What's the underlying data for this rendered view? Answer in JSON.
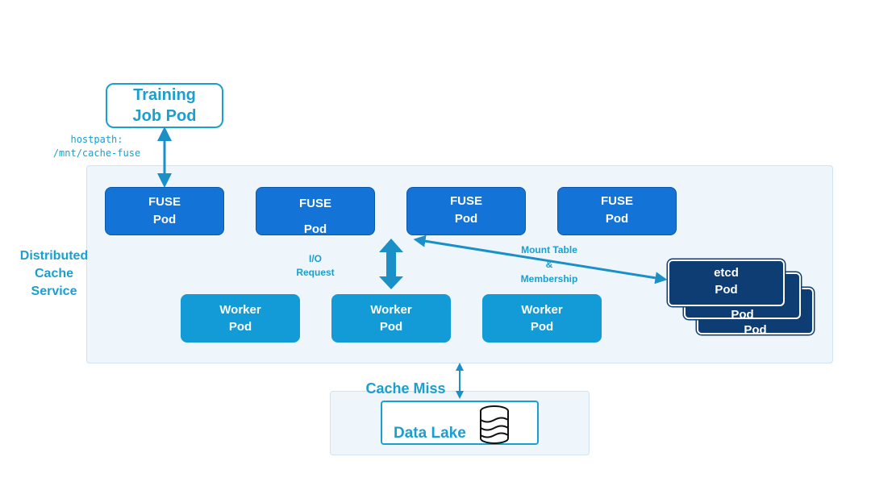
{
  "training_pod": {
    "line1": "Training",
    "line2": "Job Pod"
  },
  "hostpath": {
    "line1": "hostpath:",
    "line2": "/mnt/cache-fuse"
  },
  "distributed_cache": {
    "line1": "Distributed",
    "line2": "Cache",
    "line3": "Service"
  },
  "fuse_pods": [
    {
      "line1": "FUSE",
      "line2": "Pod"
    },
    {
      "line1": "FUSE",
      "line2": "Pod"
    },
    {
      "line1": "FUSE",
      "line2": "Pod"
    },
    {
      "line1": "FUSE",
      "line2": "Pod"
    }
  ],
  "worker_pods": [
    {
      "line1": "Worker",
      "line2": "Pod"
    },
    {
      "line1": "Worker",
      "line2": "Pod"
    },
    {
      "line1": "Worker",
      "line2": "Pod"
    }
  ],
  "io_request": {
    "line1": "I/O",
    "line2": "Request"
  },
  "mount_table": {
    "line1": "Mount Table",
    "line2": "&",
    "line3": "Membership"
  },
  "etcd_pods": [
    {
      "line1": "etcd",
      "line2": "Pod"
    },
    {
      "line2": "Pod"
    },
    {
      "line2": "Pod"
    }
  ],
  "cache_miss": "Cache Miss",
  "data_lake": "Data Lake",
  "colors": {
    "accent": "#1a9fcf",
    "fuse": "#1473d7",
    "worker": "#129bd6",
    "etcd": "#0e3d73",
    "panel": "#eef6fc"
  }
}
